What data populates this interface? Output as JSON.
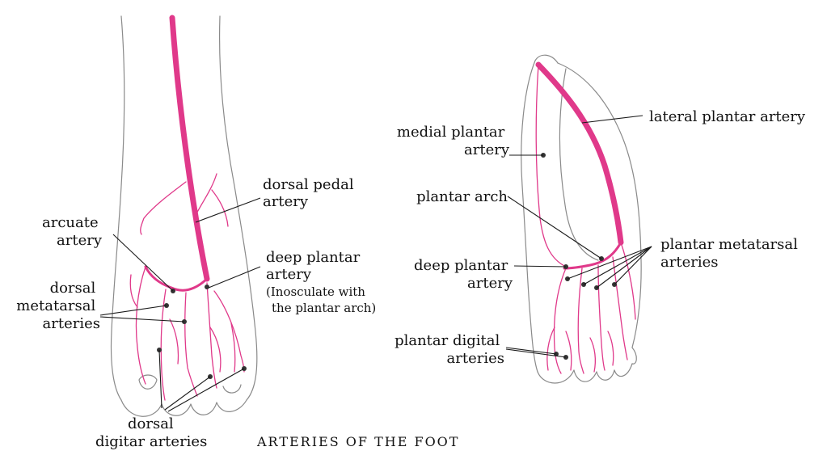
{
  "figure": {
    "caption": "ARTERIES OF THE FOOT",
    "colors": {
      "artery": "#e0398a",
      "outline": "#8a8a8a",
      "text": "#111111"
    }
  },
  "dorsal_view": {
    "labels": {
      "arcuate_artery": [
        "arcuate",
        "artery"
      ],
      "dorsal_pedal_artery": [
        "dorsal pedal",
        "artery"
      ],
      "deep_plantar_artery": [
        "deep plantar",
        "artery"
      ],
      "inosculate_note": [
        "(Inosculate with",
        "the plantar arch)"
      ],
      "dorsal_metatarsal_arteries": [
        "dorsal",
        "metatarsal",
        "arteries"
      ],
      "dorsal_digital_arteries": [
        "dorsal",
        "digitar arteries"
      ]
    }
  },
  "plantar_view": {
    "labels": {
      "lateral_plantar_artery": "lateral plantar artery",
      "medial_plantar_artery": [
        "medial plantar",
        "artery"
      ],
      "plantar_arch": "plantar arch",
      "plantar_metatarsal_arteries": [
        "plantar metatarsal",
        "arteries"
      ],
      "deep_plantar_artery": [
        "deep plantar",
        "artery"
      ],
      "plantar_digital_arteries": [
        "plantar digital",
        "arteries"
      ]
    }
  }
}
